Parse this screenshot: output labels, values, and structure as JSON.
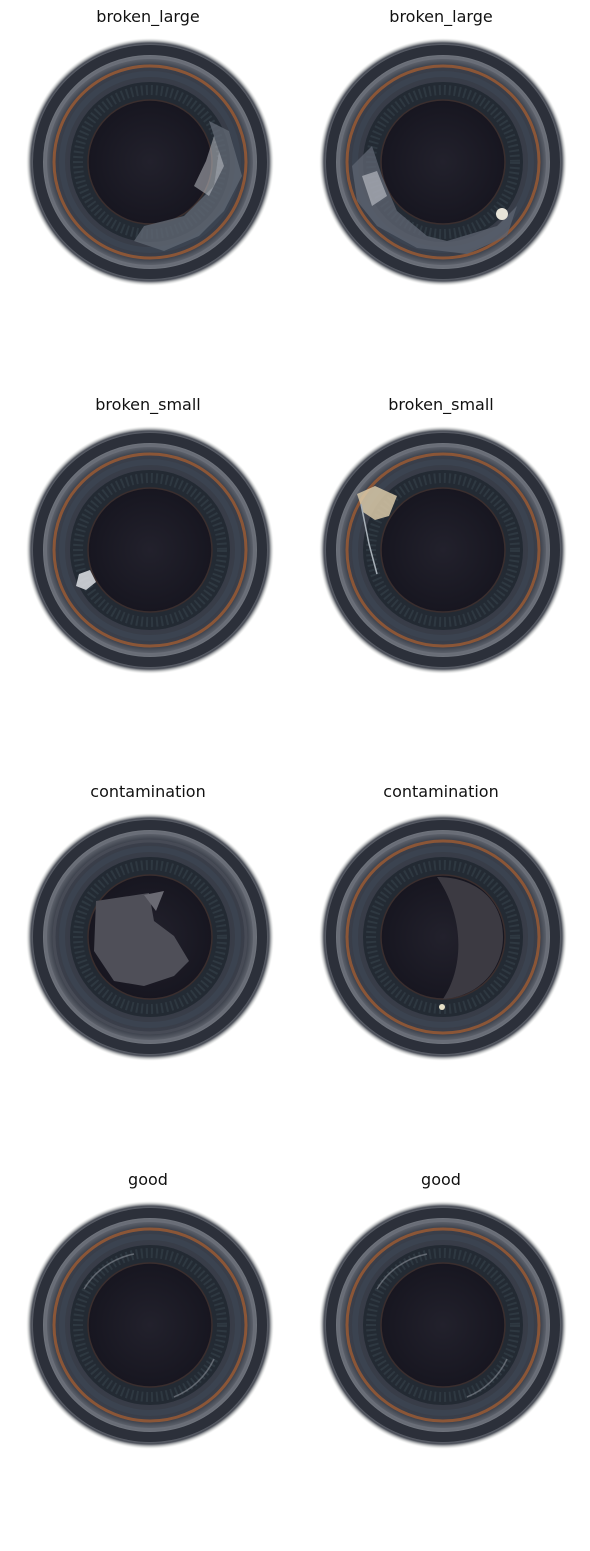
{
  "panels": [
    {
      "label": "broken_large",
      "defect": "broken_large",
      "variant": "a"
    },
    {
      "label": "broken_large",
      "defect": "broken_large",
      "variant": "b"
    },
    {
      "label": "broken_small",
      "defect": "broken_small",
      "variant": "a"
    },
    {
      "label": "broken_small",
      "defect": "broken_small",
      "variant": "b"
    },
    {
      "label": "contamination",
      "defect": "contamination",
      "variant": "a"
    },
    {
      "label": "contamination",
      "defect": "contamination",
      "variant": "b"
    },
    {
      "label": "good",
      "defect": "good",
      "variant": "a"
    },
    {
      "label": "good",
      "defect": "good",
      "variant": "b"
    }
  ]
}
